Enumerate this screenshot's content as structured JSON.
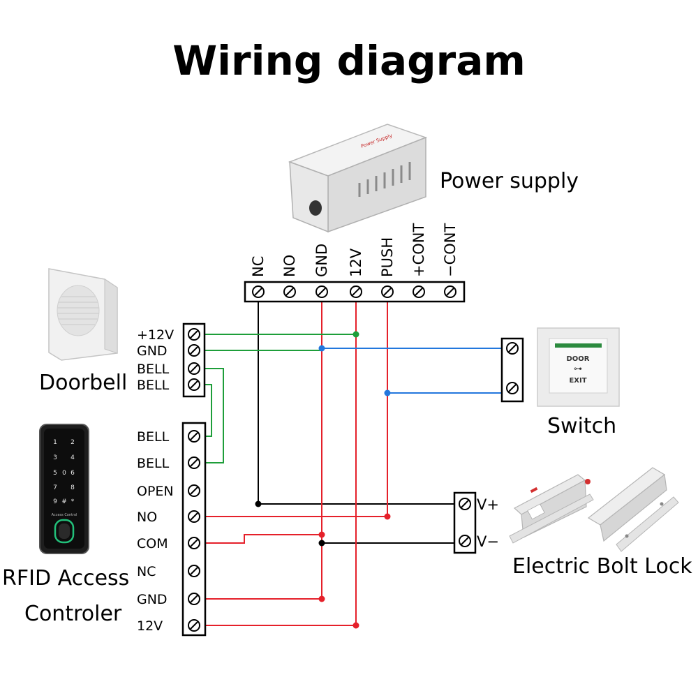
{
  "title": "Wiring diagram",
  "devices": {
    "power_supply": "Power supply",
    "doorbell": "Doorbell",
    "switch": "Switch",
    "rfid_line1": "RFID Access",
    "rfid_line2": "Controler",
    "lock": "Electric Bolt Lock",
    "ps_label_text": "Power Supply",
    "switch_plate_top": "DOOR",
    "switch_plate_bottom": "EXIT",
    "keypad_keys": [
      "1",
      "2",
      "3",
      "4",
      "5",
      "6",
      "7",
      "8",
      "9",
      "*",
      "0",
      "#"
    ],
    "keypad_brand": "Access Control"
  },
  "power_terminals": [
    "NC",
    "NO",
    "GND",
    "12V",
    "PUSH",
    "+CONT",
    "−CONT"
  ],
  "doorbell_terminals": [
    "+12V",
    "GND",
    "BELL",
    "BELL"
  ],
  "controller_terminals": [
    "BELL",
    "BELL",
    "OPEN",
    "NO",
    "COM",
    "NC",
    "GND",
    "12V"
  ],
  "lock_terminals": [
    "V+",
    "V−"
  ],
  "colors": {
    "wire_black": "#000000",
    "wire_red": "#e5202a",
    "wire_green": "#1e9e3a",
    "wire_blue": "#2277dd"
  }
}
